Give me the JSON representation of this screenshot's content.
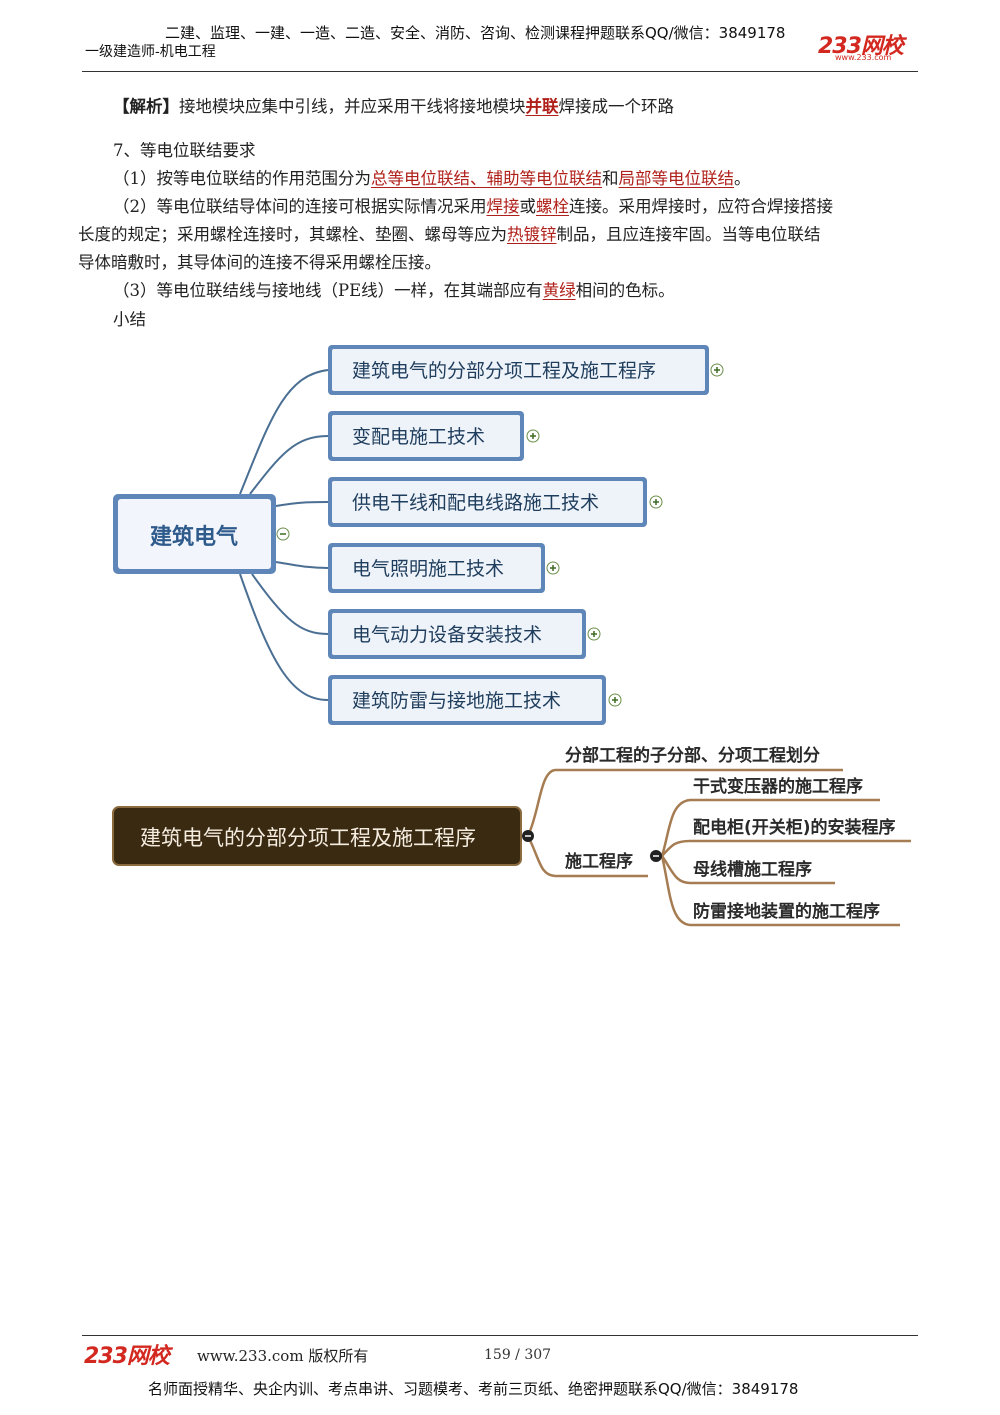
{
  "header": {
    "top_line": "二建、监理、一建、一造、二造、安全、消防、咨询、检测课程押题联系QQ/微信：3849178",
    "subtitle": "一级建造师-机电工程",
    "logo_text": "233网校",
    "logo_url": "www.233.com"
  },
  "content": {
    "analysis": {
      "tag": "【解析】",
      "before": "接地模块应集中引线，并应采用干线将接地模块",
      "kw": "并联",
      "after": "焊接成一个环路"
    },
    "section_title": "7、等电位联结要求",
    "item1": {
      "prefix": "（1）按等电位联结的作用范围分为",
      "kw1": "总等电位联结、辅助等电位联结",
      "mid": "和",
      "kw2": "局部等电位联结",
      "end": "。"
    },
    "item2": {
      "l1_a": "（2）等电位联结导体间的连接可根据实际情况采用",
      "kw1": "焊接",
      "l1_b": "或",
      "kw2": "螺栓",
      "l1_c": "连接。采用焊接时，应符合焊接搭接",
      "l2_a": "长度的规定；采用螺栓连接时，其螺栓、垫圈、螺母等应为",
      "kw3": "热镀锌",
      "l2_b": "制品，且应连接牢固。当等电位联结",
      "l3": "导体暗敷时，其导体间的连接不得采用螺栓压接。"
    },
    "item3": {
      "prefix": "（3）等电位联结线与接地线（PE线）一样，在其端部应有",
      "kw": "黄绿",
      "end": "相间的色标。"
    },
    "summary_label": "小结"
  },
  "mindmap1": {
    "root": "建筑电气",
    "branches": [
      "建筑电气的分部分项工程及施工程序",
      "变配电施工技术",
      "供电干线和配电线路施工技术",
      "电气照明施工技术",
      "电气动力设备安装技术",
      "建筑防雷与接地施工技术"
    ]
  },
  "mindmap2": {
    "root": "建筑电气的分部分项工程及施工程序",
    "branch_a": "分部工程的子分部、分项工程划分",
    "branch_b": "施工程序",
    "children": [
      "干式变压器的施工程序",
      "配电柜(开关柜)的安装程序",
      "母线槽施工程序",
      "防雷接地装置的施工程序"
    ]
  },
  "footer": {
    "logo_text": "233网校",
    "url_text": "www.233.com 版权所有",
    "page": "159 / 307",
    "bottom_line": "名师面授精华、央企内训、考点串讲、习题模考、考前三页纸、绝密押题联系QQ/微信：3849178"
  },
  "colors": {
    "keyword": "#b0201a",
    "mm1_border": "#5f86b8",
    "mm1_fill": "#eef3fa",
    "mm1_line": "#4a6f93",
    "mm2_root_fill": "#3a2a12",
    "mm2_line": "#a67c52",
    "logo": "#d3281f"
  }
}
